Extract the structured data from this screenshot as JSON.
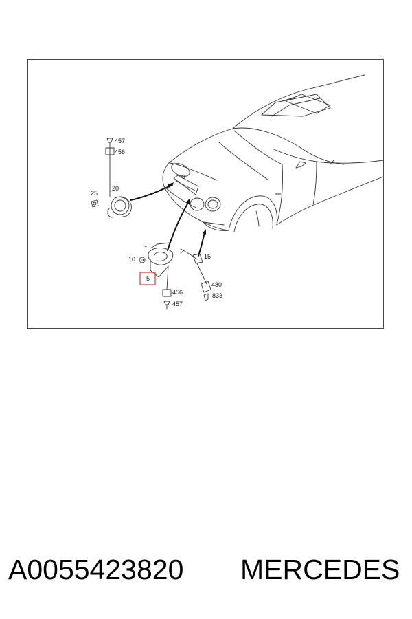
{
  "diagram": {
    "callouts": {
      "c457a": "457",
      "c456a": "456",
      "c25": "25",
      "c20": "20",
      "c10": "10",
      "c5": "5",
      "c15": "15",
      "c456b": "456",
      "c457b": "457",
      "c480": "480",
      "c833": "833"
    },
    "highlight_color": "#e0383b"
  },
  "footer": {
    "part_number": "A0055423820",
    "brand": "MERCEDES"
  }
}
